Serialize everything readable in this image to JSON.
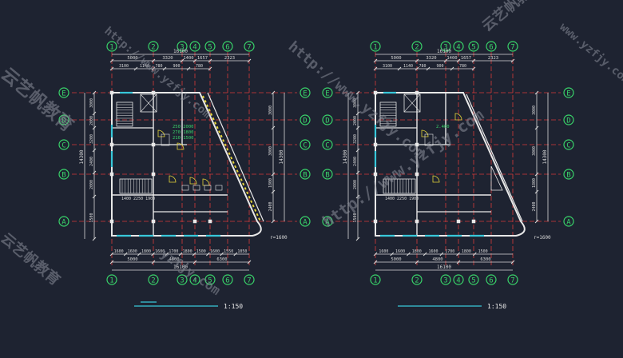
{
  "colors": {
    "background": "#1e2331",
    "grid_axis": "#d63a3a",
    "wall": "#e8e8e8",
    "dimension": "#d8d8d8",
    "axis_bubble": "#39d46a",
    "window": "#38c7d9",
    "door": "#e3d33a",
    "annotation": "#39d46a",
    "watermark": "#8a8f9a"
  },
  "plans": [
    {
      "id": "left",
      "col_axes": [
        "1",
        "2",
        "3",
        "4",
        "5",
        "6",
        "7"
      ],
      "row_axes": [
        "E",
        "D",
        "C",
        "B",
        "A"
      ],
      "top_dims_row1": [
        "5000",
        "3320",
        "1400",
        "1657",
        "2323"
      ],
      "top_dims_row2": [
        "3100",
        "1140",
        "780",
        "900",
        "780"
      ],
      "top_total": "16100",
      "bottom_dims_row1": [
        "1600",
        "1600",
        "1800",
        "1600",
        "1700",
        "1800",
        "1500",
        "1600",
        "1550",
        "1050"
      ],
      "bottom_dims_row2": [
        "5000",
        "4800",
        "6300"
      ],
      "bottom_total": "16100",
      "left_dims": [
        "3000",
        "2000",
        "3200",
        "2400",
        "2000",
        "1500"
      ],
      "left_total": "14300",
      "right_dims": [
        "3000",
        "3000",
        "1800",
        "2400"
      ],
      "right_total": "14300",
      "scale_label": "1:150",
      "radius_label": "r=1600",
      "green_notes": [
        "250 2000",
        "270 1800",
        "210 1500"
      ],
      "stair_notes": [
        "1400",
        "2250",
        "1900"
      ]
    },
    {
      "id": "right",
      "col_axes": [
        "1",
        "2",
        "3",
        "4",
        "5",
        "6",
        "7"
      ],
      "row_axes": [
        "E",
        "D",
        "C",
        "B",
        "A"
      ],
      "top_dims_row1": [
        "5000",
        "3320",
        "1400",
        "1657",
        "2323"
      ],
      "top_dims_row2": [
        "3100",
        "1140",
        "780",
        "900",
        "780"
      ],
      "top_total": "16100",
      "bottom_dims_row1": [
        "1600",
        "1600",
        "1800",
        "1600",
        "1700",
        "1800",
        "1500"
      ],
      "bottom_dims_row2": [
        "5000",
        "4800",
        "6300"
      ],
      "bottom_total": "16100",
      "left_dims": [
        "3000",
        "2000",
        "3200",
        "2400",
        "2000",
        "1500"
      ],
      "left_total": "14300",
      "right_dims": [
        "3000",
        "3000",
        "1800",
        "2400"
      ],
      "right_total": "14300",
      "scale_label": "1:150",
      "radius_label": "r=1600",
      "green_notes": [
        "2.400"
      ],
      "stair_notes": [
        "1400",
        "2250",
        "1900"
      ]
    }
  ],
  "watermarks": [
    "http://www.yzfjy.com",
    "云艺帆教育",
    "http://www.yzfjy.com",
    "云艺帆教育",
    "www.yzfjy.com",
    "云艺帆教育",
    "http://www.yzfjy.com",
    "yzfjy.com"
  ]
}
